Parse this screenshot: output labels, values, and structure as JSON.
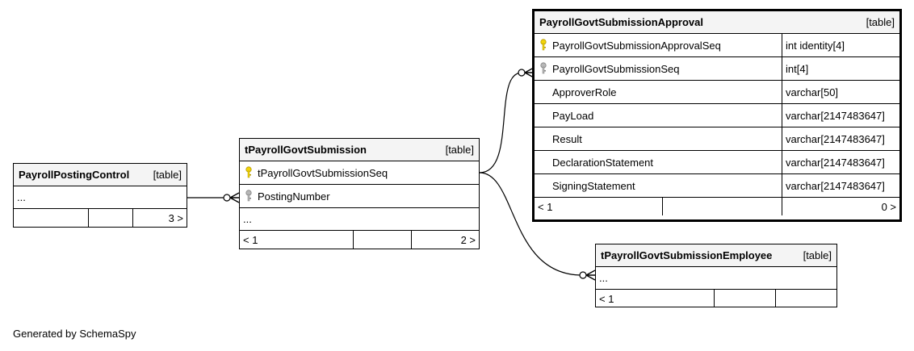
{
  "tables": {
    "payroll_posting_control": {
      "name": "PayrollPostingControl",
      "type": "[table]",
      "ellipsis": "...",
      "footer": {
        "left": "",
        "right": "3 >"
      }
    },
    "t_payroll_govt_submission": {
      "name": "tPayrollGovtSubmission",
      "type": "[table]",
      "columns": [
        {
          "name": "tPayrollGovtSubmissionSeq",
          "key": "primary"
        },
        {
          "name": "PostingNumber",
          "key": "foreign"
        }
      ],
      "ellipsis": "...",
      "footer": {
        "left": "< 1",
        "right": "2 >"
      }
    },
    "payroll_govt_submission_approval": {
      "name": "PayrollGovtSubmissionApproval",
      "type": "[table]",
      "columns": [
        {
          "name": "PayrollGovtSubmissionApprovalSeq",
          "datatype": "int identity[4]",
          "key": "primary"
        },
        {
          "name": "PayrollGovtSubmissionSeq",
          "datatype": "int[4]",
          "key": "foreign"
        },
        {
          "name": "ApproverRole",
          "datatype": "varchar[50]",
          "key": ""
        },
        {
          "name": "PayLoad",
          "datatype": "varchar[2147483647]",
          "key": ""
        },
        {
          "name": "Result",
          "datatype": "varchar[2147483647]",
          "key": ""
        },
        {
          "name": "DeclarationStatement",
          "datatype": "varchar[2147483647]",
          "key": ""
        },
        {
          "name": "SigningStatement",
          "datatype": "varchar[2147483647]",
          "key": ""
        }
      ],
      "footer": {
        "left": "< 1",
        "right": "0 >"
      }
    },
    "t_payroll_govt_submission_employee": {
      "name": "tPayrollGovtSubmissionEmployee",
      "type": "[table]",
      "ellipsis": "...",
      "footer": {
        "left": "< 1",
        "right": ""
      }
    }
  },
  "colors": {
    "primary_key": "#f2d40a",
    "foreign_key": "#a0a0a0",
    "header_bg": "#f4f4f4"
  },
  "footer_note": "Generated by SchemaSpy"
}
